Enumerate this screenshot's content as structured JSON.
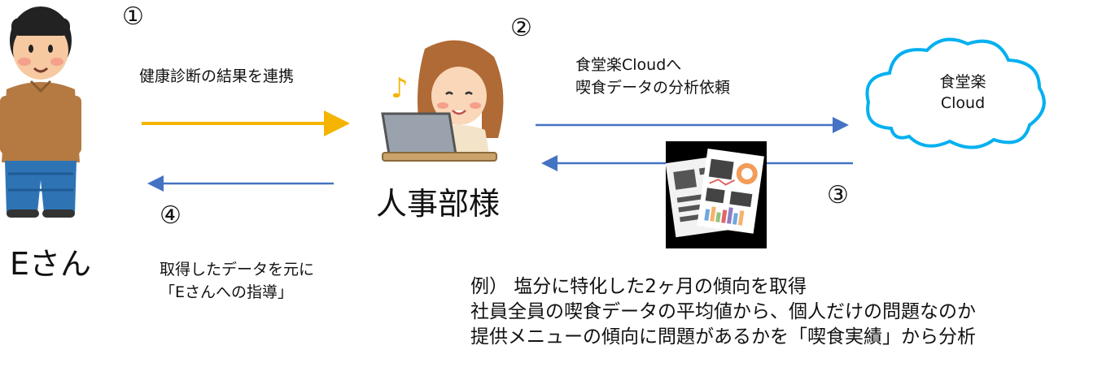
{
  "steps": {
    "s1": "①",
    "s2": "②",
    "s3": "③",
    "s4": "④"
  },
  "labels": {
    "step1": "健康診断の結果を連携",
    "step2_line1": "食堂楽Cloudへ",
    "step2_line2": "喫食データの分析依頼",
    "step4_line1": "取得したデータを元に",
    "step4_line2": "「Eさんへの指導」"
  },
  "actors": {
    "person": "Eさん",
    "hr": "人事部様",
    "cloud_line1": "食堂楽",
    "cloud_line2": "Cloud"
  },
  "example": {
    "line1": "例） 塩分に特化した2ヶ月の傾向を取得",
    "line2": "社員全員の喫食データの平均値から、個人だけの問題なのか",
    "line3": "提供メニューの傾向に問題があるかを「喫食実績」から分析"
  },
  "icons": {
    "person": "man-icon",
    "hr": "woman-with-laptop-icon",
    "cloud": "cloud-icon",
    "report": "report-documents-icon"
  },
  "colors": {
    "arrow1": "#f4b400",
    "arrow_blue": "#4472c4",
    "cloud_stroke": "#00b0f0"
  }
}
